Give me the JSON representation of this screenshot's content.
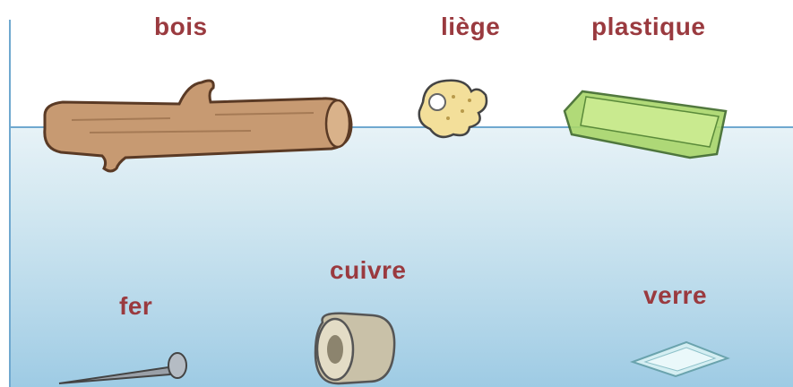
{
  "materials": [
    {
      "label": "bois",
      "state": "floats"
    },
    {
      "label": "liège",
      "state": "floats"
    },
    {
      "label": "plastique",
      "state": "floats"
    },
    {
      "label": "fer",
      "state": "sinks"
    },
    {
      "label": "cuivre",
      "state": "sinks"
    },
    {
      "label": "verre",
      "state": "sinks"
    }
  ],
  "colors": {
    "label": "#9a3a3f",
    "water_top": "#e7f2f7",
    "water_bottom": "#9ecbe4",
    "waterline": "#6fa8cf"
  },
  "icons": [
    "wood-log-icon",
    "cork-icon",
    "plastic-tray-icon",
    "iron-nail-icon",
    "copper-fitting-icon",
    "glass-shard-icon"
  ]
}
